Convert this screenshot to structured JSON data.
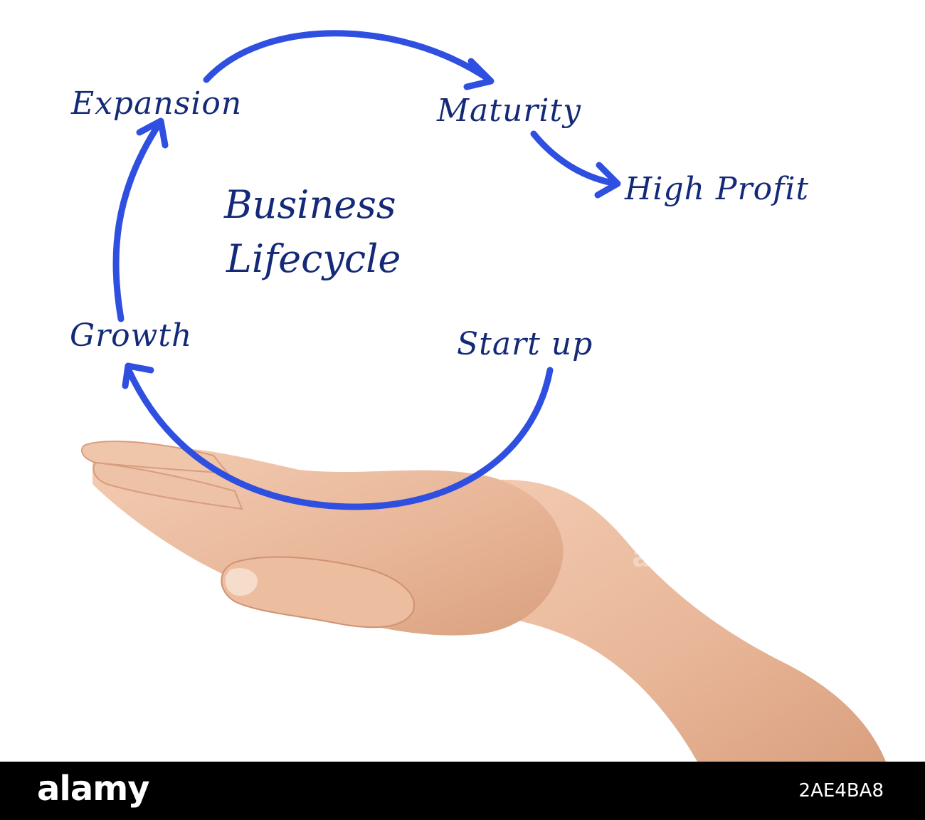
{
  "diagram": {
    "title_line1": "Business",
    "title_line2": "Lifecycle",
    "stages": {
      "expansion": "Expansion",
      "maturity": "Maturity",
      "high_profit": "High Profit",
      "growth": "Growth",
      "start_up": "Start up"
    },
    "arrow_color": "#2f4fe0",
    "text_color": "#142a78"
  },
  "photo": {
    "subject": "open-palm-hand",
    "watermark": "alamy"
  },
  "footer": {
    "logo": "alamy",
    "image_id": "2AE4BA8"
  }
}
